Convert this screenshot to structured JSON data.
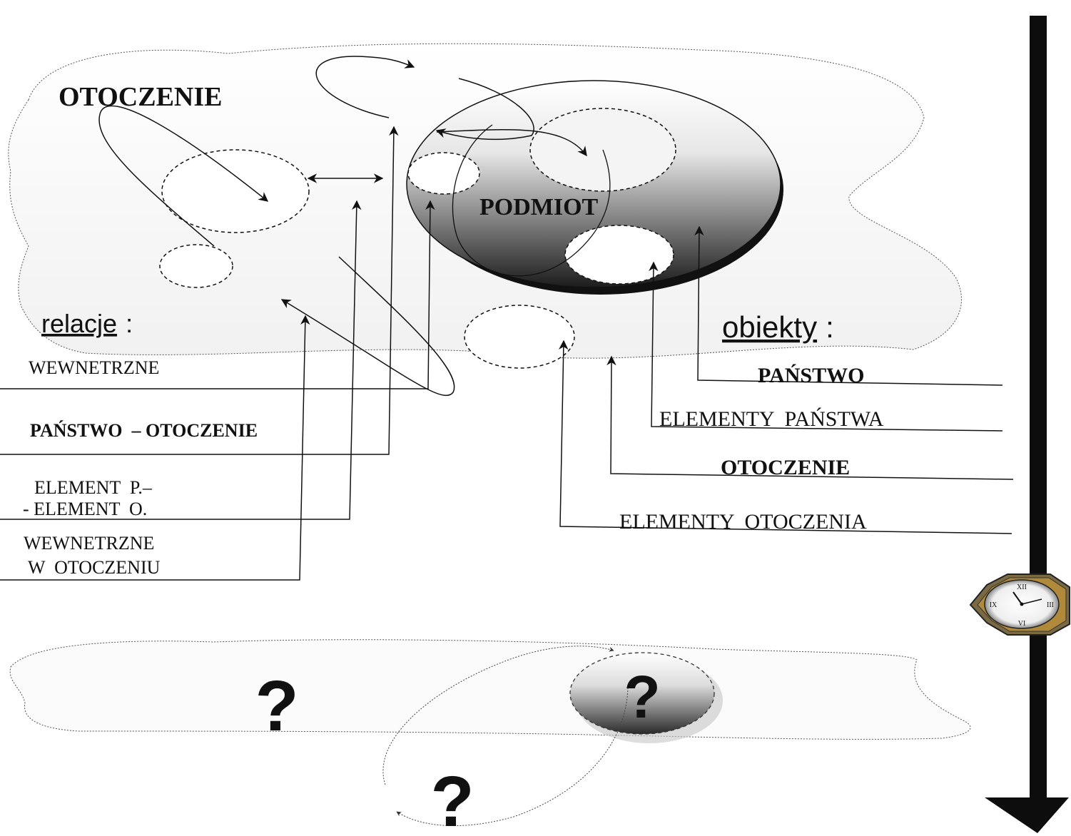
{
  "labels": {
    "environment_title": "OTOCZENIE",
    "subject_label": "PODMIOT",
    "relations_heading": "relacje",
    "objects_heading": "obiekty",
    "heading_colon": ":"
  },
  "relations": [
    {
      "lines": [
        "WEWNETRZNE"
      ],
      "bold": false
    },
    {
      "lines": [
        "PAŃSTWO  – OTOCZENIE"
      ],
      "bold": true
    },
    {
      "lines": [
        "ELEMENT  P.–",
        "- ELEMENT  O."
      ],
      "bold": false
    },
    {
      "lines": [
        "WEWNETRZNE",
        " W  OTOCZENIU"
      ],
      "bold": false
    }
  ],
  "objects": [
    {
      "label": "PAŃSTWO",
      "bold": true
    },
    {
      "label": "ELEMENTY  PAŃSTWA",
      "bold": false
    },
    {
      "label": "OTOCZENIE",
      "bold": true
    },
    {
      "label": "ELEMENTY  OTOCZENIA",
      "bold": false
    }
  ],
  "unknowns": [
    "?",
    "?",
    "?"
  ],
  "clock": {
    "numerals": [
      "XII",
      "III",
      "VI",
      "IX"
    ],
    "icon": "clock-icon"
  },
  "timeline": {
    "icon": "down-arrow-icon"
  },
  "colors": {
    "ink": "#111111",
    "subject_dark": "#1a1a1a",
    "subject_light": "#f2f2f2",
    "clock_gold": "#b08a3a"
  }
}
